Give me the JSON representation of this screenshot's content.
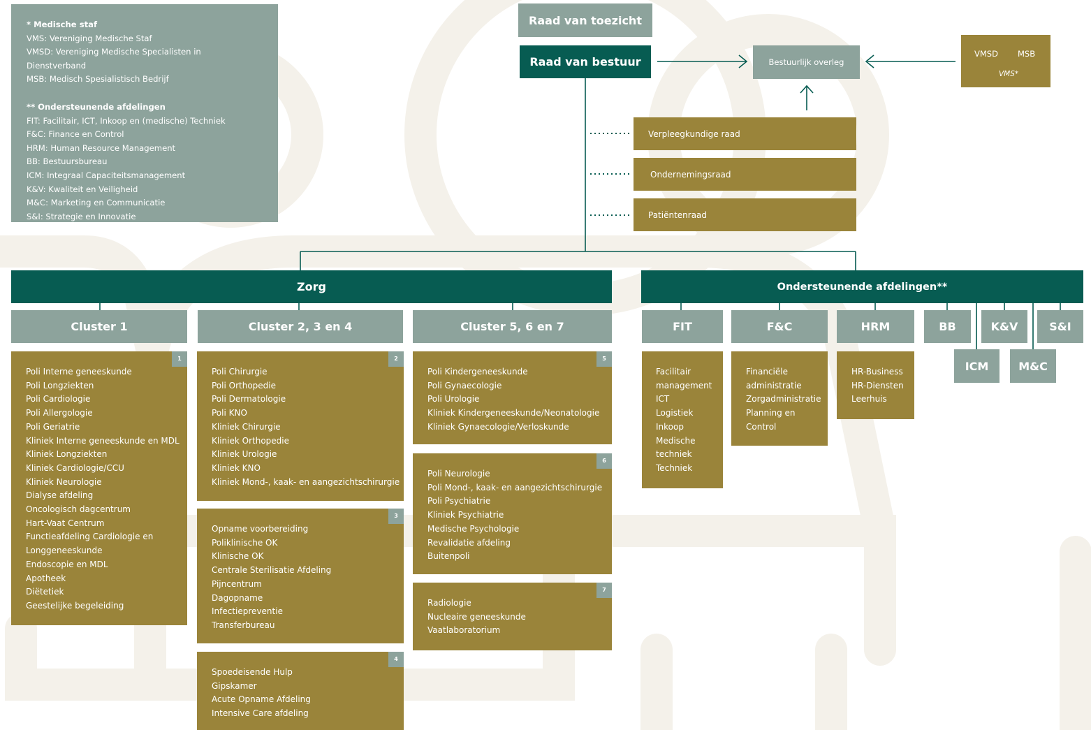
{
  "legend": {
    "medische_staf_title": "* Medische staf",
    "medische_staf_items": [
      "VMS: Vereniging Medische Staf",
      "VMSD: Vereniging Medische Specialisten in Dienstverband",
      "MSB: Medisch Spesialistisch Bedrijf"
    ],
    "ondersteunende_title": "** Ondersteunende afdelingen",
    "ondersteunende_items": [
      "FIT: Facilitair, ICT, Inkoop en (medische) Techniek",
      "F&C: Finance en Control",
      "HRM: Human Resource Management",
      "BB: Bestuursbureau",
      "ICM: Integraal Capaciteitsmanagement",
      "K&V: Kwaliteit en Veiligheid",
      "M&C: Marketing en Communicatie",
      "S&I: Strategie en Innovatie"
    ]
  },
  "governance": {
    "raad_van_toezicht": "Raad van toezicht",
    "raad_van_bestuur": "Raad van bestuur",
    "bestuurlijk_overleg": "Bestuurlijk overleg",
    "vmsd": "VMSD",
    "msb": "MSB",
    "vms": "VMS*",
    "advisory": [
      "Verpleegkundige raad",
      "Ondernemingsraad",
      "Patiëntenraad"
    ]
  },
  "zorg": {
    "title": "Zorg",
    "clusters": [
      "Cluster 1",
      "Cluster 2, 3 en 4",
      "Cluster 5, 6 en 7"
    ],
    "groups": [
      {
        "num": "1",
        "items": [
          "Poli Interne geneeskunde",
          "Poli Longziekten",
          "Poli Cardiologie",
          "Poli Allergologie",
          "Poli Geriatrie",
          "Kliniek Interne geneeskunde en MDL",
          "Kliniek Longziekten",
          "Kliniek Cardiologie/CCU",
          "Kliniek Neurologie",
          "Dialyse afdeling",
          "Oncologisch dagcentrum",
          "Hart-Vaat Centrum",
          "Functieafdeling Cardiologie en",
          "Longgeneeskunde",
          "Endoscopie en MDL",
          "Apotheek",
          "Diëtetiek",
          "Geestelijke begeleiding"
        ]
      },
      {
        "num": "2",
        "items": [
          "Poli Chirurgie",
          "Poli Orthopedie",
          "Poli Dermatologie",
          "Poli KNO",
          "Kliniek Chirurgie",
          "Kliniek Orthopedie",
          "Kliniek Urologie",
          "Kliniek KNO",
          "Kliniek Mond-, kaak- en aangezichtschirurgie"
        ]
      },
      {
        "num": "3",
        "items": [
          "Opname voorbereiding",
          "Poliklinische OK",
          "Klinische OK",
          "Centrale Sterilisatie Afdeling",
          "Pijncentrum",
          "Dagopname",
          "Infectiepreventie",
          "Transferbureau"
        ]
      },
      {
        "num": "4",
        "items": [
          "Spoedeisende Hulp",
          "Gipskamer",
          "Acute Opname Afdeling",
          "Intensive Care afdeling"
        ]
      },
      {
        "num": "5",
        "items": [
          "Poli Kindergeneeskunde",
          "Poli Gynaecologie",
          "Poli Urologie",
          "Kliniek Kindergeneeskunde/Neonatologie",
          "Kliniek Gynaecologie/Verloskunde"
        ]
      },
      {
        "num": "6",
        "items": [
          "Poli Neurologie",
          "Poli Mond-, kaak- en aangezichtschirurgie",
          "Poli Psychiatrie",
          "Kliniek Psychiatrie",
          "Medische Psychologie",
          "Revalidatie afdeling",
          "Buitenpoli"
        ]
      },
      {
        "num": "7",
        "items": [
          "Radiologie",
          "Nucleaire geneeskunde",
          "Vaatlaboratorium"
        ]
      }
    ]
  },
  "ondersteunend": {
    "title": "Ondersteunende afdelingen**",
    "departments": [
      "FIT",
      "F&C",
      "HRM",
      "BB",
      "K&V",
      "S&I",
      "ICM",
      "M&C"
    ],
    "fit_items": [
      "Facilitair",
      "management",
      "ICT",
      "Logistiek",
      "Inkoop",
      "Medische",
      "techniek",
      "Techniek"
    ],
    "fc_items": [
      "Financiële",
      "administratie",
      "Zorgadministratie",
      "Planning en",
      "Control"
    ],
    "hrm_items": [
      "HR-Business",
      "HR-Diensten",
      "Leerhuis"
    ]
  },
  "colors": {
    "gray": "#8da39c",
    "green": "#075c52",
    "gold": "#9a843a",
    "background_shape": "#f4f1ea"
  }
}
